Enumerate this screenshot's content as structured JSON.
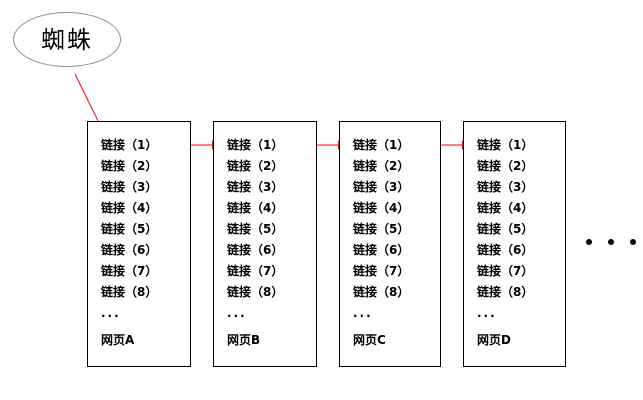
{
  "spider": {
    "label": "蜘蛛"
  },
  "pages": [
    {
      "name": "网页A",
      "ellipsis": "...",
      "links": [
        "链接（1）",
        "链接（2）",
        "链接（3）",
        "链接（4）",
        "链接（5）",
        "链接（6）",
        "链接（7）",
        "链接（8）"
      ]
    },
    {
      "name": "网页B",
      "ellipsis": "...",
      "links": [
        "链接（1）",
        "链接（2）",
        "链接（3）",
        "链接（4）",
        "链接（5）",
        "链接（6）",
        "链接（7）",
        "链接（8）"
      ]
    },
    {
      "name": "网页C",
      "ellipsis": "...",
      "links": [
        "链接（1）",
        "链接（2）",
        "链接（3）",
        "链接（4）",
        "链接（5）",
        "链接（6）",
        "链接（7）",
        "链接（8）"
      ]
    },
    {
      "name": "网页D",
      "ellipsis": "...",
      "links": [
        "链接（1）",
        "链接（2）",
        "链接（3）",
        "链接（4）",
        "链接（5）",
        "链接（6）",
        "链接（7）",
        "链接（8）"
      ]
    }
  ],
  "colors": {
    "arrow": "#ff0000",
    "box_border": "#000000",
    "ellipse_border": "#909090",
    "text": "#000000",
    "background": "#ffffff"
  }
}
